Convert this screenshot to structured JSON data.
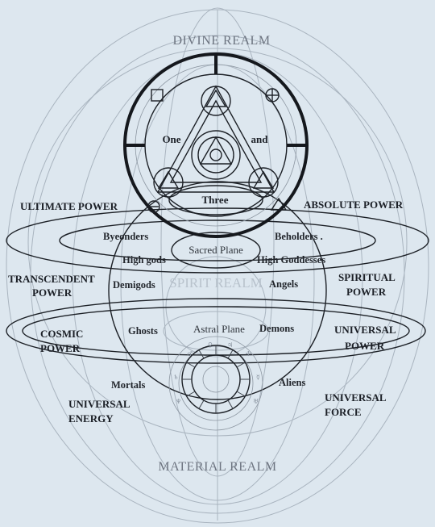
{
  "realms": {
    "divine": "DIVINE REALM",
    "spirit": "SPIRIT REALM",
    "material": "MATERIAL REALM"
  },
  "trinity": {
    "one": "One",
    "and": "and",
    "three": "Three"
  },
  "powers": {
    "ultimate": "ULTIMATE  POWER",
    "absolute": "ABSOLUTE POWER",
    "transcendent_line1": "TRANSCENDENT",
    "transcendent_line2": "POWER",
    "spiritual_line1": "SPIRITUAL",
    "spiritual_line2": "POWER",
    "cosmic_line1": "COSMIC",
    "cosmic_line2": "POWER",
    "universal_power_line1": "UNIVERSAL",
    "universal_power_line2": "POWER",
    "universal_energy_line1": "UNIVERSAL",
    "universal_energy_line2": "ENERGY",
    "universal_force_line1": "UNIVERSAL",
    "universal_force_line2": "FORCE"
  },
  "beings": {
    "byeonders": "Byeonders",
    "beholders": "Beholders .",
    "high_gods": "High gods",
    "high_goddesses": "High Goddesses",
    "demigods": "Demigods",
    "angels": "Angels",
    "ghosts": "Ghosts",
    "demons": "Demons",
    "mortals": "Mortals",
    "aliens": "Aliens"
  },
  "planes": {
    "sacred": "Sacred Plane",
    "astral": "Astral Plane"
  },
  "colors": {
    "background": "#dde7ef",
    "ink": "#1c2026",
    "faint_line": "#a9b4bf"
  },
  "icons": [
    "square-symbol",
    "circle-cross-symbol",
    "circle-minus-symbol",
    "triangle-symbol",
    "eye-triangle-symbol",
    "zodiac-wheel"
  ]
}
